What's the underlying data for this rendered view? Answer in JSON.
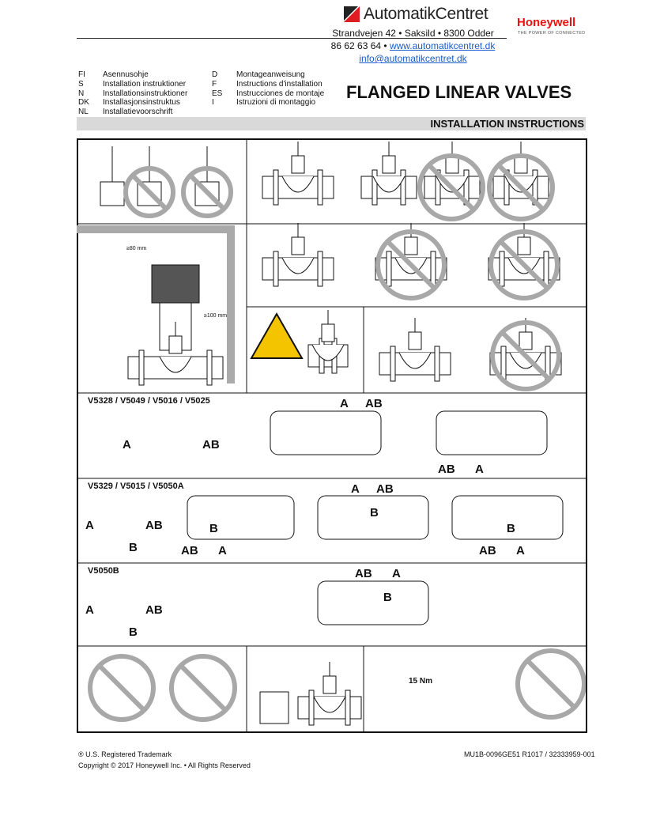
{
  "header": {
    "company": "AutomatikCentret",
    "address": "Strandvejen 42 • Saksild • 8300 Odder",
    "phone": "86 62 63 64 • ",
    "website": "www.automatikcentret.dk",
    "email": "info@automatikcentret.dk",
    "brand": "Honeywell",
    "brand_tagline": "THE POWER OF CONNECTED"
  },
  "languages": [
    {
      "code": "FI",
      "label": "Asennusohje"
    },
    {
      "code": "S",
      "label": "Installation instruktioner"
    },
    {
      "code": "N",
      "label": "Installationsinstruktioner"
    },
    {
      "code": "DK",
      "label": "Installasjonsinstruktus"
    },
    {
      "code": "NL",
      "label": "Installatievoorschrift"
    },
    {
      "code": "D",
      "label": "Montageanweisung"
    },
    {
      "code": "F",
      "label": "Instructions d'installation"
    },
    {
      "code": "ES",
      "label": "Instrucciones de montaje"
    },
    {
      "code": "I",
      "label": "Istruzioni di montaggio"
    }
  ],
  "title": "FLANGED LINEAR VALVES",
  "subtitle": "INSTALLATION INSTRUCTIONS",
  "figures": {
    "clearance_top": "≥80 mm",
    "clearance_side": "≥100 mm",
    "torque": "15 Nm",
    "models_1": "V5328 / V5049 / V5016 / V5025",
    "models_2": "V5329 / V5015 / V5050A",
    "models_3": "V5050B",
    "port_a": "A",
    "port_ab": "AB",
    "port_b": "B"
  },
  "footer": {
    "trademark": "® U.S. Registered Trademark",
    "copyright": "Copyright ©  2017 Honeywell Inc. • All Rights Reserved",
    "doc_number": "MU1B-0096GE51 R1017 / 32333959-001"
  },
  "colors": {
    "brand_red": "#e11b22",
    "link": "#1a5cc8",
    "warning_yellow": "#f5c400",
    "prohibit_grey": "#a8a8a8"
  }
}
